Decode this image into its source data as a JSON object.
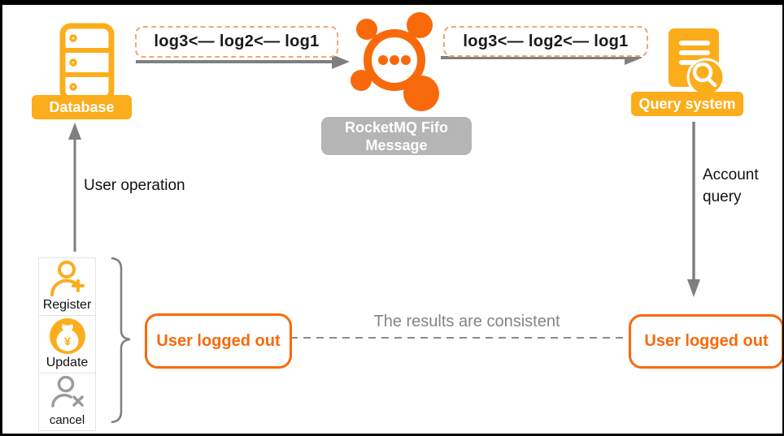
{
  "colors": {
    "amber": "#FBAD1B",
    "orange": "#F8690B",
    "dashed_box_border": "#F4A672",
    "gray_label_bg": "#B5B5B5",
    "arrow_gray": "#7F7F7F"
  },
  "nodes": {
    "database": {
      "label": "Database"
    },
    "rocketmq": {
      "label_line1": "RocketMQ Fifo",
      "label_line2": "Message"
    },
    "query_system": {
      "label": "Query system"
    }
  },
  "flows": {
    "db_to_mq_label": "log3<— log2<— log1",
    "mq_to_query_label": "log3<— log2<— log1",
    "user_operation_label": "User operation",
    "account_query_label": "Account query",
    "consistency_label": "The results are consistent"
  },
  "operations": {
    "items": [
      {
        "label": "Register"
      },
      {
        "label": "Update",
        "icon_glyph": "¥"
      },
      {
        "label": "cancel"
      }
    ]
  },
  "results": {
    "left_label": "User logged out",
    "right_label": "User logged out"
  }
}
